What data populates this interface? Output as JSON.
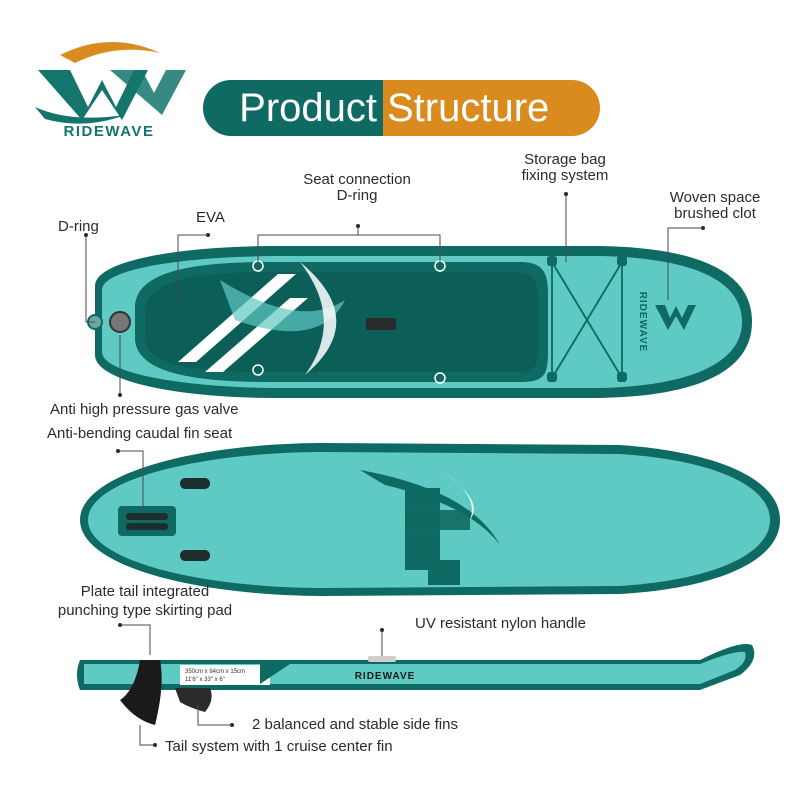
{
  "brand": {
    "name": "RIDEWAVE",
    "color_primary": "#0e6a62",
    "color_accent": "#d98c1d",
    "board_color": "#5fc9c3"
  },
  "title": {
    "part1": "Product",
    "part2": "Structure"
  },
  "callouts": {
    "d_ring": "D-ring",
    "eva": "EVA",
    "seat_line1": "Seat connection",
    "seat_line2": "D-ring",
    "storage_line1": "Storage bag",
    "storage_line2": "fixing system",
    "woven_line1": "Woven space",
    "woven_line2": "brushed clot",
    "valve": "Anti high pressure gas valve",
    "fin_seat": "Anti-bending caudal fin seat",
    "tail_line1": "Plate tail integrated",
    "tail_line2": "punching type skirting pad",
    "handle": "UV resistant nylon handle",
    "side_fins": "2 balanced and stable side fins",
    "center_fin": "Tail system with 1 cruise center fin"
  },
  "board": {
    "deck_logo_text": "RIDEWAVE",
    "side_text": "RIDEWAVE",
    "spec_metric": "350cm x 84cm x 15cm",
    "spec_imperial": "11'6\" x 33\" x 6\""
  }
}
